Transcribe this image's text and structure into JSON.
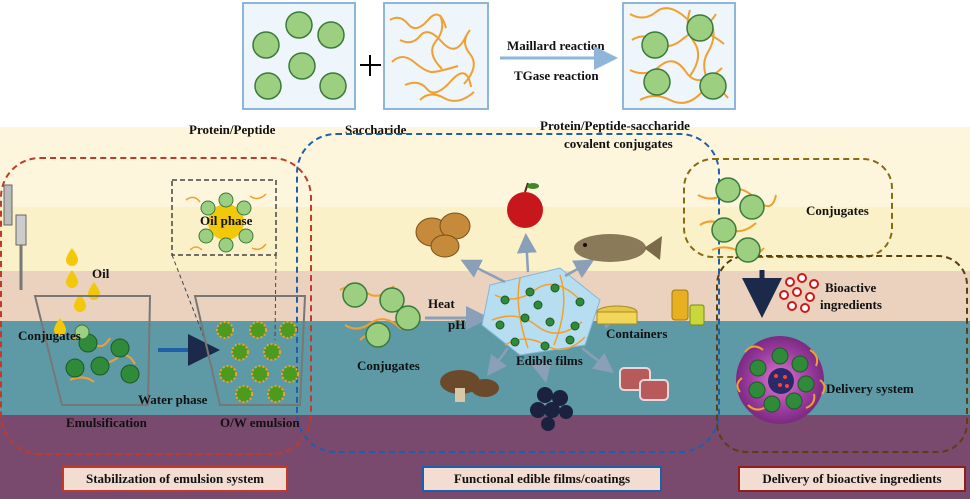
{
  "top": {
    "reaction_1": "Maillard reaction",
    "reaction_2": "TGase reaction",
    "label_left": "Protein/Peptide",
    "label_mid": "Saccharide",
    "label_right_1": "Protein/Peptide-saccharide",
    "label_right_2": "covalent conjugates"
  },
  "emulsion": {
    "oil_phase": "Oil phase",
    "oil": "Oil",
    "conjugates": "Conjugates",
    "water_phase": "Water phase",
    "emulsification": "Emulsification",
    "ow_emulsion": "O/W emulsion",
    "caption": "Stabilization of emulsion system"
  },
  "films": {
    "heat": "Heat",
    "ph": "pH",
    "conjugates": "Conjugates",
    "edible_films": "Edible films",
    "containers": "Containers",
    "caption": "Functional edible films/coatings"
  },
  "delivery": {
    "conjugates": "Conjugates",
    "bioactive_1": "Bioactive",
    "bioactive_2": "ingredients",
    "delivery_system": "Delivery system",
    "caption": "Delivery of bioactive ingredients"
  },
  "colors": {
    "protein_sphere": "#9ccf7f",
    "protein_dark": "#2f8a3a",
    "saccharide_chain": "#f0a030",
    "arrow": "#8fb6d9",
    "emulsion_border": "#c0392b",
    "films_border": "#1f5fa8",
    "delivery_border": "#8a6a10"
  }
}
